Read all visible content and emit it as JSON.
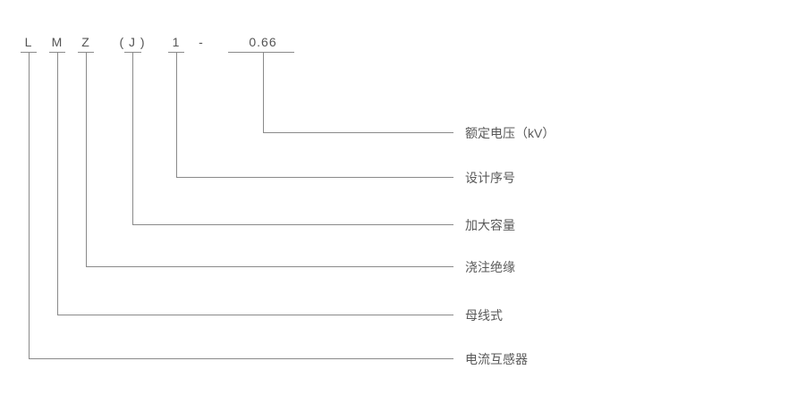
{
  "diagram": {
    "title": "model-designation-explanation",
    "separator": "-",
    "items": [
      {
        "code": "L",
        "meaning": "电流互感器"
      },
      {
        "code": "M",
        "meaning": "母线式"
      },
      {
        "code": "Z",
        "meaning": "浇注绝缘"
      },
      {
        "code": "( J )",
        "meaning": "加大容量"
      },
      {
        "code": "1",
        "meaning": "设计序号"
      },
      {
        "code": "0.66",
        "meaning": "额定电压（kV）"
      }
    ],
    "colors": {
      "line": "#8a8a8a",
      "code_text": "#555555",
      "label_text": "#595959",
      "background": "#ffffff"
    }
  }
}
